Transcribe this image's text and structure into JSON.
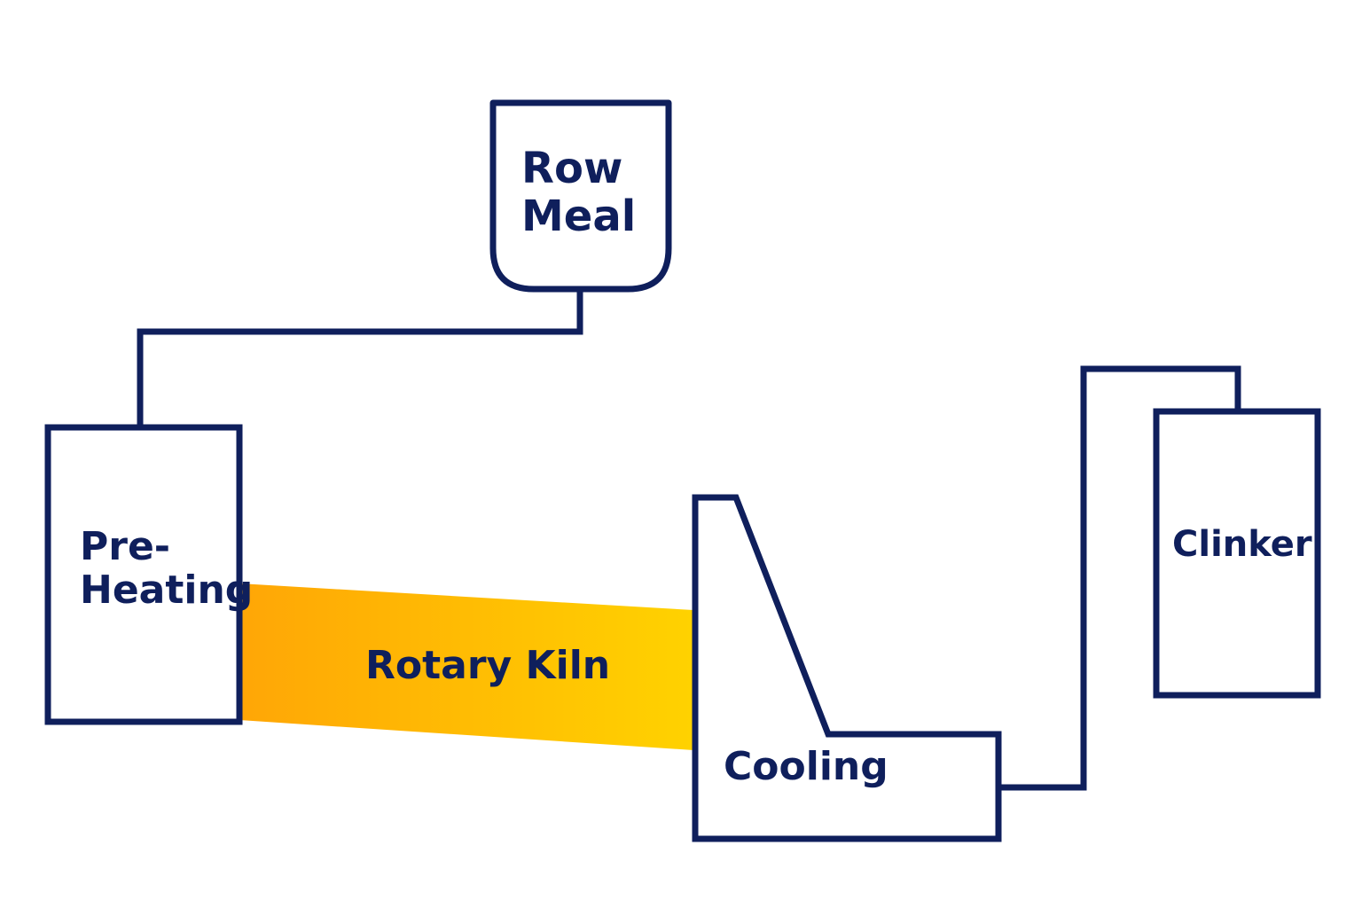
{
  "colors": {
    "stroke": "#0f1f5c",
    "kiln_start": "#ffa606",
    "kiln_end": "#ffd200",
    "background": "#ffffff"
  },
  "nodes": {
    "raw_meal": {
      "line1": "Row",
      "line2": "Meal"
    },
    "pre_heating": {
      "line1": "Pre-",
      "line2": "Heating"
    },
    "rotary_kiln": {
      "label": "Rotary Kiln"
    },
    "cooling": {
      "label": "Cooling"
    },
    "clinker": {
      "label": "Clinker"
    }
  }
}
